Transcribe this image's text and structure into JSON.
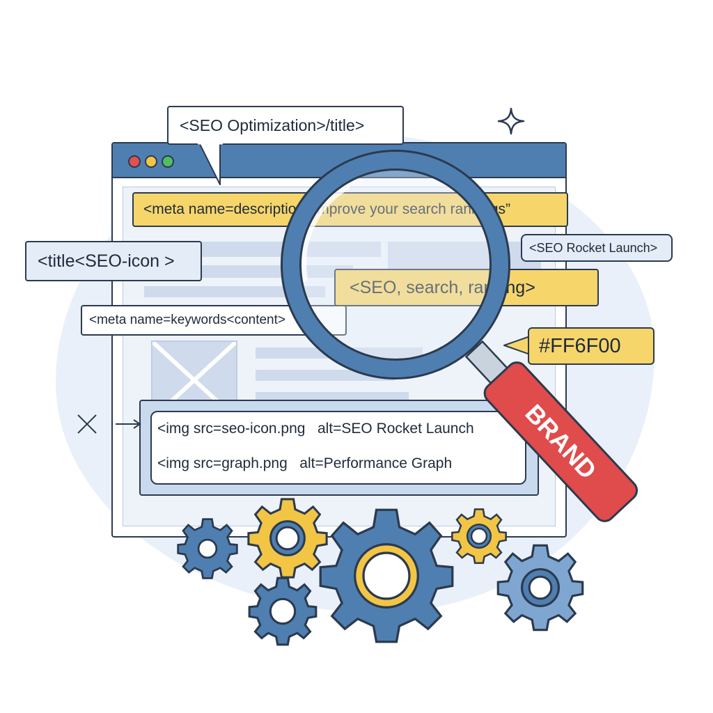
{
  "labels": {
    "title_bubble": "<SEO Optimization>/title>",
    "meta_description": "<meta name=description=Improve your search rankings”",
    "title_tag": "<title<SEO-icon >",
    "rocket_launch": "<SEO Rocket Launch>",
    "keywords_tag": "<SEO, search, ranking>",
    "meta_keywords": "<meta name=keywords<content>",
    "color_code": "#FF6F00"
  },
  "code_panel": {
    "line1": "<img src=seo-icon.png   alt=SEO Rocket Launch",
    "line2": "<img src=graph.png   alt=Performance Graph"
  },
  "magnifier": {
    "handle_text": "BRAND"
  },
  "colors": {
    "navy": "#2b3a4e",
    "titlebar_blue": "#4f7fb1",
    "label_yellow": "#f6d56b",
    "label_blue": "#e3ecf7",
    "handle_red": "#e04b4b",
    "gear_blue": "#4f7fb1",
    "gear_yellow": "#f2c545"
  },
  "icons": [
    "sparkle-icon",
    "expand-arrows-icon",
    "gear-icon",
    "magnifying-glass-icon"
  ]
}
